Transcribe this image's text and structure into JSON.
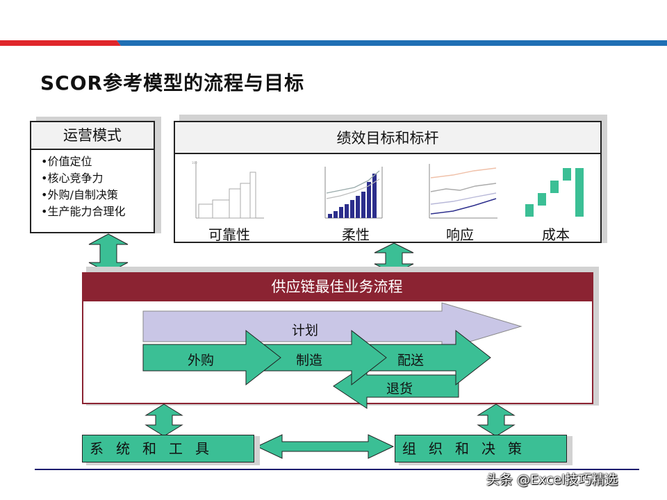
{
  "title": "SCOR参考模型的流程与目标",
  "operations_mode": {
    "heading": "运营模式",
    "items": [
      "•价值定位",
      "•核心竞争力",
      "•外购/自制决策",
      "•生产能力合理化"
    ]
  },
  "performance": {
    "heading": "绩效目标和标杆",
    "metrics": [
      "可靠性",
      "柔性",
      "响应",
      "成本"
    ]
  },
  "process_band": {
    "label": "供应链最佳业务流程"
  },
  "flows": {
    "plan": "计划",
    "source": "外购",
    "make": "制造",
    "deliver": "配送",
    "return": "退货"
  },
  "bottom": {
    "systems": "系统和工具",
    "organization": "组织和决策"
  },
  "watermark": "头条 @Excel技巧精选",
  "colors": {
    "green": "#3bbf95",
    "band": "#8b2332",
    "plan_arrow": "#c9c6e6",
    "bar_blue": "#2c2e8c",
    "stripe_red": "#e0262b",
    "stripe_blue": "#1f6fb4"
  }
}
